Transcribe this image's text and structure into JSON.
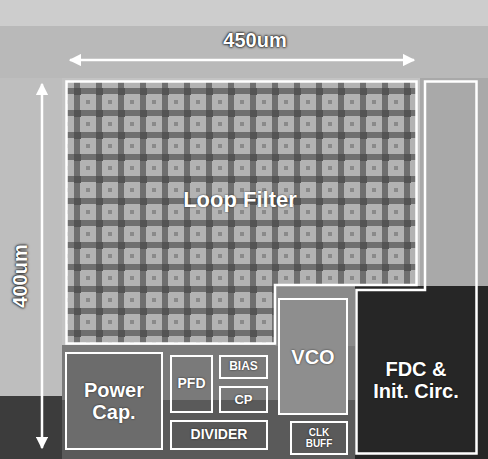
{
  "diagram": {
    "nodes": [
      {
        "text": [
          "Loop Filter"
        ]
      },
      {
        "text": [
          "Power Cap."
        ]
      },
      {
        "text": [
          "PFD"
        ]
      },
      {
        "text": [
          "BIAS"
        ]
      },
      {
        "text": [
          "VCO"
        ]
      },
      {
        "text": [
          "FDC & Init. Circ."
        ]
      },
      {
        "text": [
          "CP"
        ]
      },
      {
        "text": [
          "DIVIDER"
        ]
      },
      {
        "text": [
          "CLK BUFF"
        ]
      }
    ],
    "labels": [
      "450um",
      "400um"
    ]
  }
}
